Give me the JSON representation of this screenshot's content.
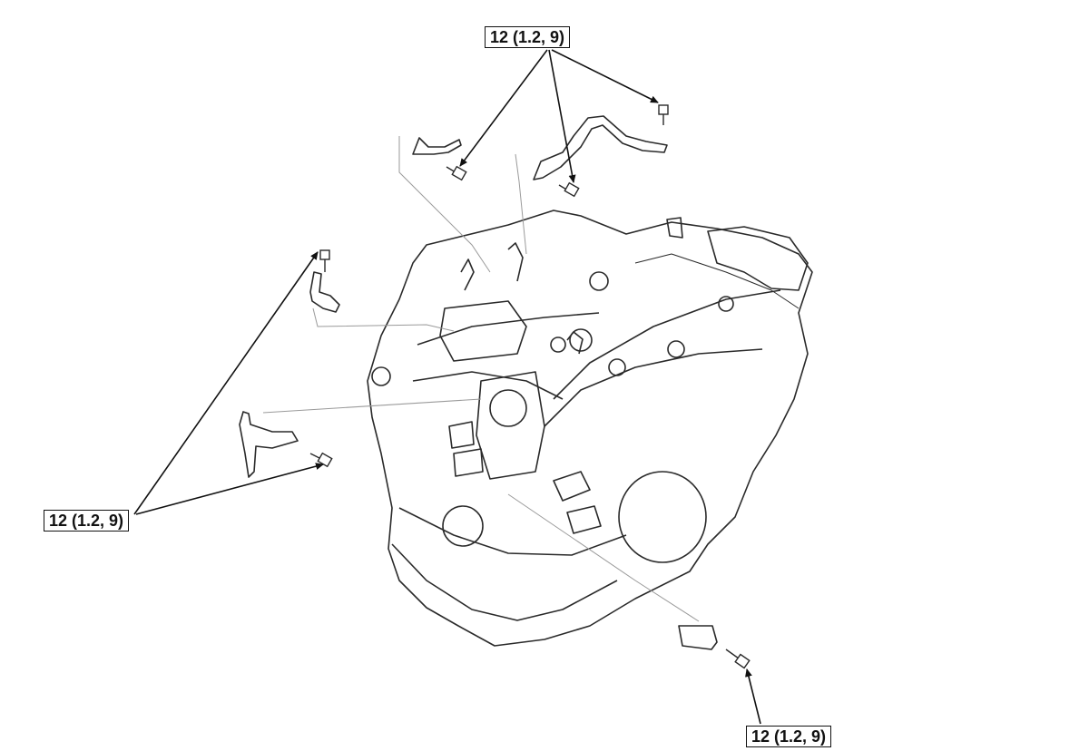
{
  "callouts": {
    "top": "12 (1.2, 9)",
    "left": "12 (1.2, 9)",
    "bottom": "12 (1.2, 9)"
  },
  "colors": {
    "line": "#111111",
    "faint_line": "#9a9a9a",
    "background": "#ffffff"
  }
}
